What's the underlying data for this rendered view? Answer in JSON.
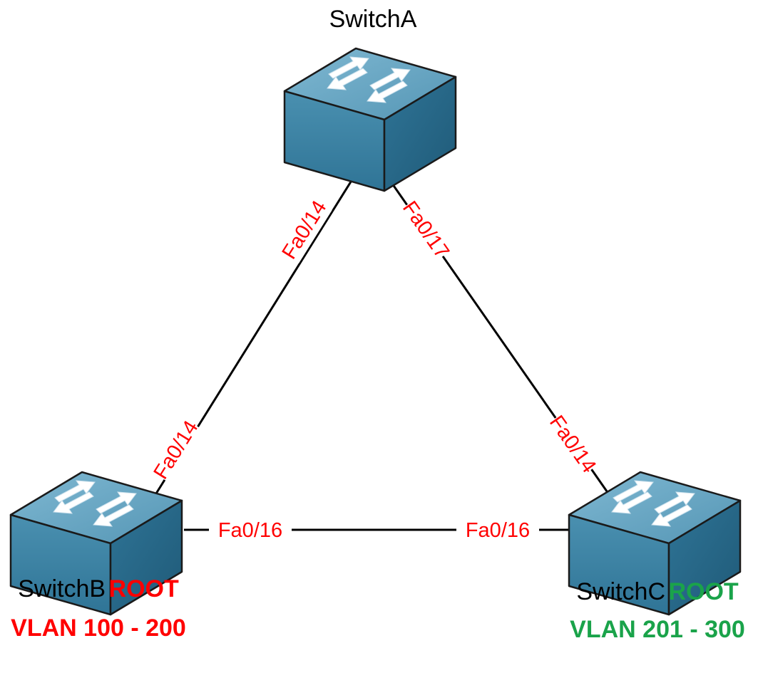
{
  "colors": {
    "link": "#000000",
    "port_label": "#ff0000",
    "switch_top": "#6aa9c4",
    "switch_front": "#3f86a6",
    "switch_side": "#2b6b8a",
    "switch_outline": "#1a1a1a",
    "arrow": "#ffffff",
    "root_switchB": "#ff0000",
    "root_switchC": "#1aa34a"
  },
  "switches": [
    {
      "id": "switchA",
      "name": "SwitchA",
      "icon": "network-switch-icon",
      "root_label": "",
      "vlan_range": ""
    },
    {
      "id": "switchB",
      "name": "SwitchB",
      "icon": "network-switch-icon",
      "root_label": "ROOT",
      "vlan_range": "VLAN 100 - 200"
    },
    {
      "id": "switchC",
      "name": "SwitchC",
      "icon": "network-switch-icon",
      "root_label": "ROOT",
      "vlan_range": "VLAN 201 - 300"
    }
  ],
  "links": [
    {
      "id": "A-B",
      "from": "switchA",
      "to": "switchB",
      "from_port": "Fa0/14",
      "to_port": "Fa0/14"
    },
    {
      "id": "A-C",
      "from": "switchA",
      "to": "switchC",
      "from_port": "Fa0/17",
      "to_port": "Fa0/14"
    },
    {
      "id": "B-C",
      "from": "switchB",
      "to": "switchC",
      "from_port": "Fa0/16",
      "to_port": "Fa0/16"
    }
  ]
}
